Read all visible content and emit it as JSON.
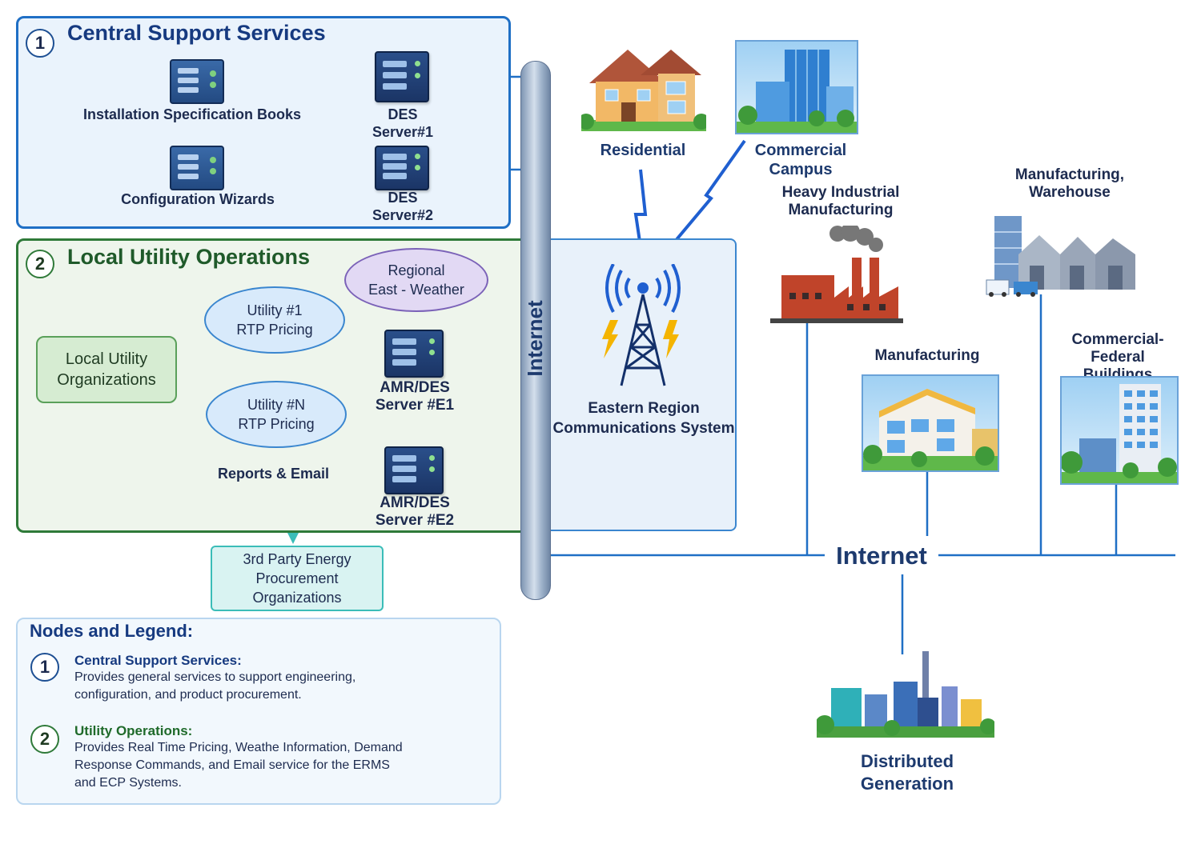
{
  "central": {
    "number": "1",
    "title": "Central Support Services",
    "books_label": "Installation Specification Books",
    "wizards_label": "Configuration Wizards",
    "des1_line1": "DES",
    "des1_line2": "Server#1",
    "des2_line1": "DES",
    "des2_line2": "Server#2"
  },
  "local": {
    "number": "2",
    "title": "Local Utility Operations",
    "regional_line1": "Regional",
    "regional_line2": "East - Weather",
    "utility1_line1": "Utility #1",
    "utility1_line2": "RTP Pricing",
    "utilityN_line1": "Utility #N",
    "utilityN_line2": "RTP Pricing",
    "orgs_line1": "Local Utility",
    "orgs_line2": "Organizations",
    "amr1_line1": "AMR/DES",
    "amr1_line2": "Server #E1",
    "reports_label": "Reports & Email",
    "amr2_line1": "AMR/DES",
    "amr2_line2": "Server #E2"
  },
  "third_party": {
    "line1": "3rd Party Energy",
    "line2": "Procurement",
    "line3": "Organizations"
  },
  "pipe_label": "Internet",
  "eastern": {
    "line1": "Eastern Region",
    "line2": "Communications System"
  },
  "sites": {
    "residential": "Residential",
    "commercial_line1": "Commercial",
    "commercial_line2": "Campus",
    "heavy_line1": "Heavy Industrial",
    "heavy_line2": "Manufacturing",
    "mfg_wh_line1": "Manufacturing,",
    "mfg_wh_line2": "Warehouse",
    "manufacturing": "Manufacturing",
    "federal_line1": "Commercial-Federal",
    "federal_line2": "Buildings",
    "distributed_line1": "Distributed",
    "distributed_line2": "Generation"
  },
  "internet_bottom": "Internet",
  "legend": {
    "title": "Nodes and Legend:",
    "item1_num": "1",
    "item1_heading": "Central Support Services:",
    "item1_line1": "Provides general services to support engineering,",
    "item1_line2": "configuration, and product procurement.",
    "item2_num": "2",
    "item2_heading": "Utility Operations:",
    "item2_line1": "Provides Real Time Pricing, Weathe Information,  Demand",
    "item2_line2": "Response Commands, and Email service for the ERMS",
    "item2_line3": "and ECP Systems."
  },
  "colors": {
    "central_border": "#1f6fc5",
    "local_border": "#2f7a39",
    "link_blue": "#1f6fc5",
    "teal": "#3bbdb8",
    "bolt": "#1f5fd0"
  }
}
